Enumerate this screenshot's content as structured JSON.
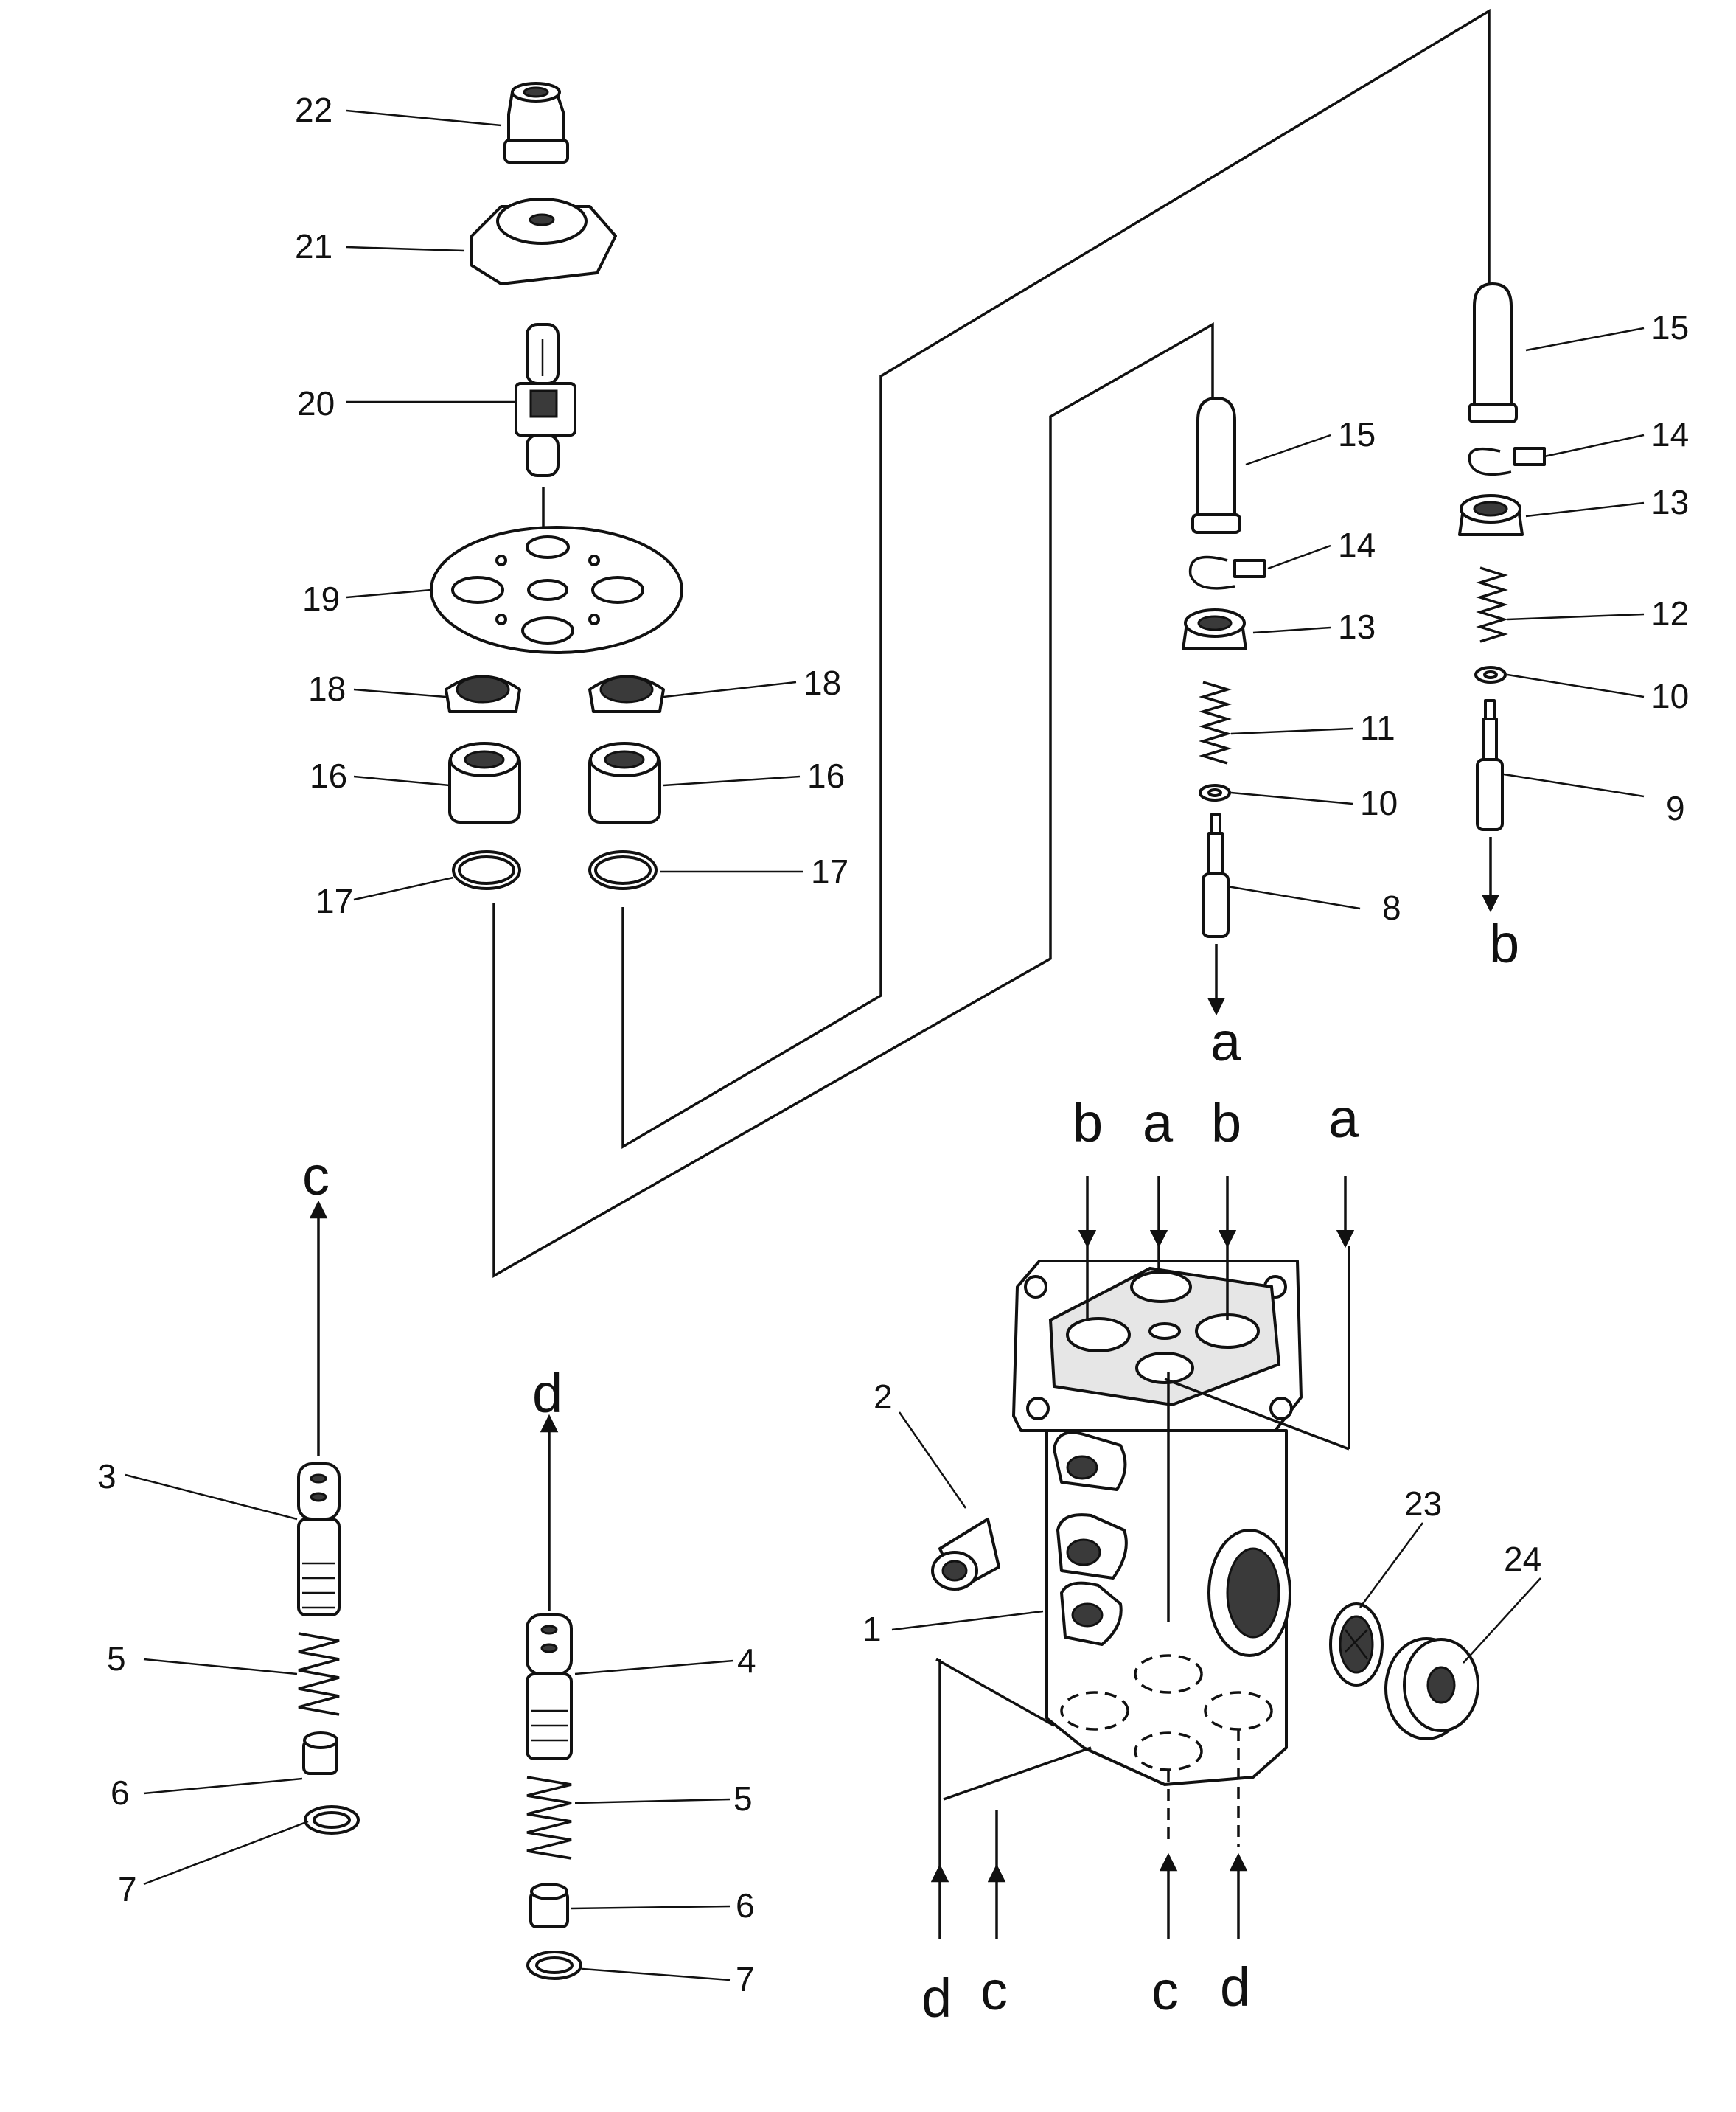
{
  "callouts": {
    "n1": "1",
    "n2": "2",
    "n3": "3",
    "n4": "4",
    "n5": "5",
    "n6": "6",
    "n7": "7",
    "n8": "8",
    "n9": "9",
    "n10": "10",
    "n11": "11",
    "n12": "12",
    "n13": "13",
    "n14": "14",
    "n15": "15",
    "n16": "16",
    "n17": "17",
    "n18": "18",
    "n19": "19",
    "n20": "20",
    "n21": "21",
    "n22": "22",
    "n23": "23",
    "n24": "24"
  },
  "connectors": {
    "a": "a",
    "b": "b",
    "c": "c",
    "d": "d"
  }
}
